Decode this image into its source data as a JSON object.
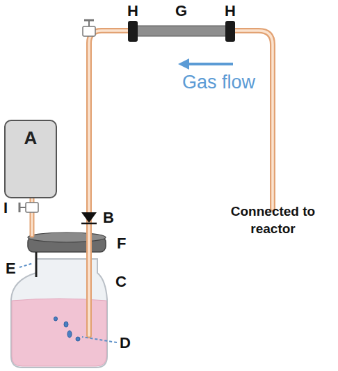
{
  "diagram": {
    "nodes": [
      {
        "text": [
          "A"
        ]
      }
    ],
    "labels": [
      "H",
      "G",
      "H",
      "Gas flow",
      "Connected to reactor",
      "I",
      "B",
      "F",
      "E",
      "C",
      "D"
    ]
  }
}
